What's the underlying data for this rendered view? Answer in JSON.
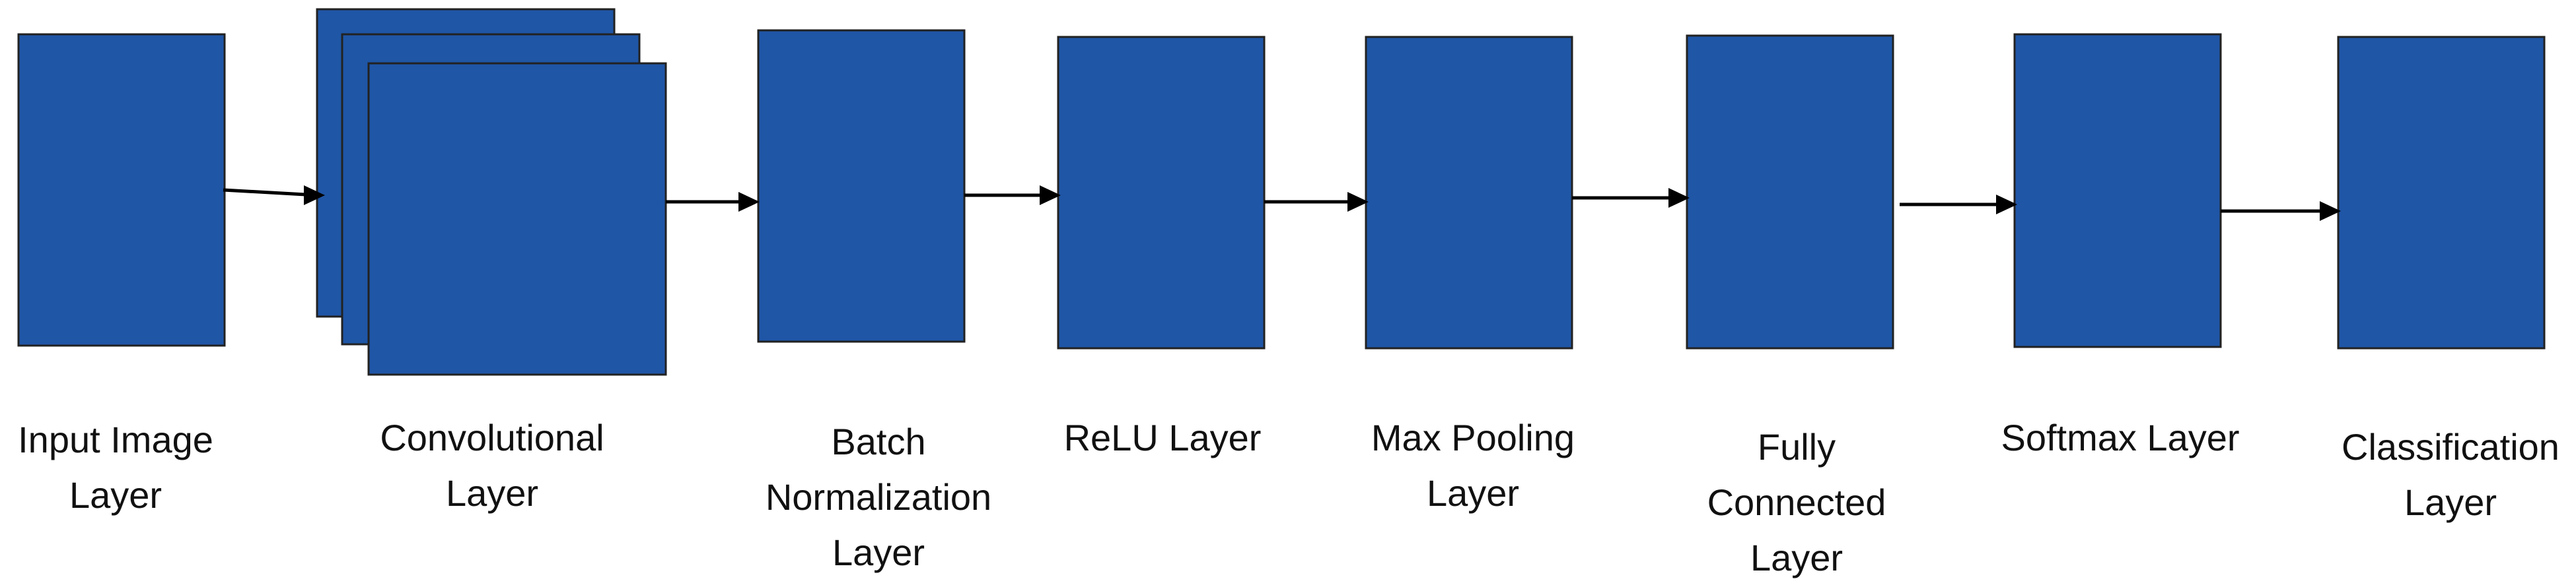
{
  "colors": {
    "block_fill": "#1f56a6",
    "block_stroke": "#222222",
    "arrow": "#000000",
    "text": "#111111"
  },
  "layers": [
    {
      "name": "input-image-layer",
      "label_lines": [
        "Input Image",
        "Layer"
      ]
    },
    {
      "name": "convolutional-layer",
      "label_lines": [
        "Convolutional",
        "Layer"
      ],
      "stacked": true
    },
    {
      "name": "batch-normalization-layer",
      "label_lines": [
        "Batch",
        "Normalization",
        "Layer"
      ]
    },
    {
      "name": "relu-layer",
      "label_lines": [
        "ReLU Layer"
      ]
    },
    {
      "name": "max-pooling-layer",
      "label_lines": [
        "Max Pooling",
        "Layer"
      ]
    },
    {
      "name": "fully-connected-layer",
      "label_lines": [
        "Fully",
        "Connected",
        "Layer"
      ]
    },
    {
      "name": "softmax-layer",
      "label_lines": [
        "Softmax Layer"
      ]
    },
    {
      "name": "classification-layer",
      "label_lines": [
        "Classification",
        "Layer"
      ]
    }
  ]
}
